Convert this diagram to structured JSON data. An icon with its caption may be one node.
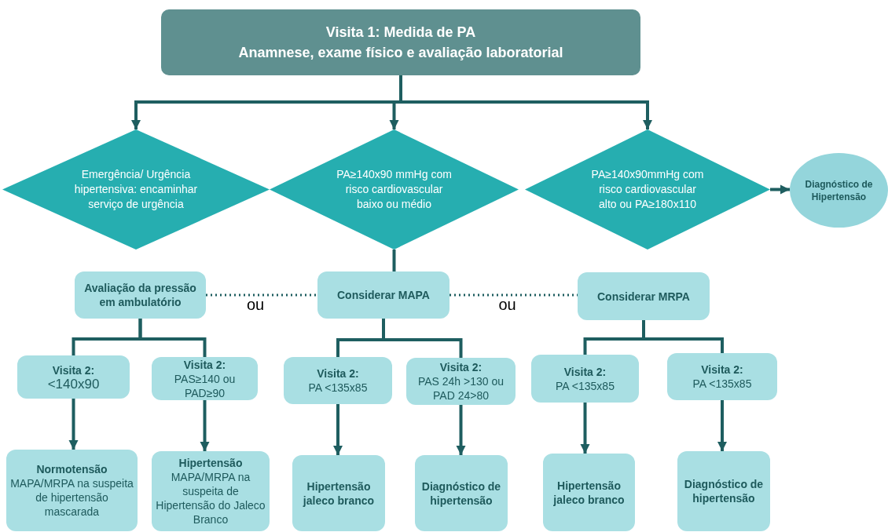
{
  "diagram": {
    "nodes": [
      {
        "text": [
          "Visita 1: Medida de  PA",
          "Anamnese, exame físico e avaliação laboratorial"
        ]
      },
      {
        "text": [
          "Emergência/ Urgência hipertensiva: encaminhar serviço de urgência"
        ]
      },
      {
        "text": [
          "PA≥140x90 mmHg com risco cardiovascular baixo ou médio"
        ]
      },
      {
        "text": [
          "PA≥140x90mmHg com risco cardiovascular alto ou PA≥180x110"
        ]
      },
      {
        "text": [
          "Diagnóstico de Hipertensão"
        ]
      },
      {
        "text": [
          "Avaliação da pressão em ambulatório"
        ]
      },
      {
        "text": [
          "Considerar MAPA"
        ]
      },
      {
        "text": [
          "Considerar MRPA"
        ]
      },
      {
        "text": [
          "Visita 2:",
          "<140x90"
        ]
      },
      {
        "text": [
          "Visita 2:",
          "PAS≥140 ou PAD≥90"
        ]
      },
      {
        "text": [
          "Visita 2:",
          "PA <135x85"
        ]
      },
      {
        "text": [
          "Visita 2:",
          "PAS 24h >130 ou PAD 24>80"
        ]
      },
      {
        "text": [
          "Visita 2:",
          "PA <135x85"
        ]
      },
      {
        "text": [
          "Visita 2:",
          "PA <135x85"
        ]
      },
      {
        "text": [
          "Normotensão",
          "MAPA/MRPA na suspeita de hipertensão mascarada"
        ]
      },
      {
        "text": [
          "Hipertensão",
          "MAPA/MRPA na suspeita de Hipertensão do Jaleco Branco"
        ]
      },
      {
        "text": [
          "Hipertensão jaleco branco"
        ]
      },
      {
        "text": [
          "Diagnóstico de hipertensão"
        ]
      },
      {
        "text": [
          "Hipertensão jaleco branco"
        ]
      },
      {
        "text": [
          "Diagnóstico de hipertensão"
        ]
      }
    ],
    "edges": [
      {
        "from": 0,
        "to": 1,
        "arrow": "to"
      },
      {
        "from": 0,
        "to": 2,
        "arrow": "to"
      },
      {
        "from": 0,
        "to": 3,
        "arrow": "to"
      },
      {
        "from": 3,
        "to": 4,
        "arrow": "to"
      },
      {
        "from": 2,
        "to": 6,
        "arrow": "none"
      },
      {
        "from": 5,
        "to": 6,
        "arrow": "none",
        "label": "ou",
        "style": "dashed"
      },
      {
        "from": 6,
        "to": 7,
        "arrow": "none",
        "label": "ou",
        "style": "dashed"
      },
      {
        "from": 5,
        "to": 8,
        "arrow": "none"
      },
      {
        "from": 5,
        "to": 9,
        "arrow": "none"
      },
      {
        "from": 6,
        "to": 10,
        "arrow": "none"
      },
      {
        "from": 6,
        "to": 11,
        "arrow": "none"
      },
      {
        "from": 7,
        "to": 12,
        "arrow": "none"
      },
      {
        "from": 7,
        "to": 13,
        "arrow": "none"
      },
      {
        "from": 8,
        "to": 14,
        "arrow": "to"
      },
      {
        "from": 9,
        "to": 15,
        "arrow": "to"
      },
      {
        "from": 10,
        "to": 16,
        "arrow": "to"
      },
      {
        "from": 11,
        "to": 17,
        "arrow": "to"
      },
      {
        "from": 12,
        "to": 18,
        "arrow": "to"
      },
      {
        "from": 13,
        "to": 19,
        "arrow": "to"
      }
    ]
  }
}
